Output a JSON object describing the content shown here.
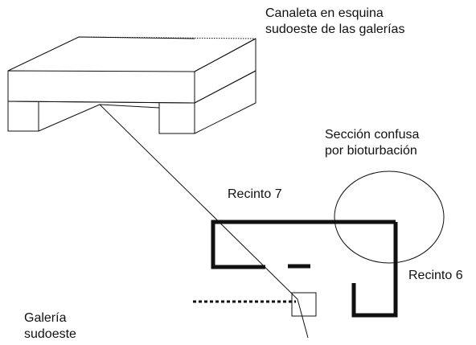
{
  "labels": {
    "canaleta_line1": "Canaleta en esquina",
    "canaleta_line2": "sudoeste de las galerías",
    "seccion_line1": "Sección confusa",
    "seccion_line2": "por bioturbación",
    "recinto7": "Recinto 7",
    "recinto6": "Recinto 6",
    "galeria_line1": "Galería",
    "galeria_line2": "sudoeste"
  },
  "colors": {
    "ink": "#111111",
    "background": "#ffffff"
  }
}
